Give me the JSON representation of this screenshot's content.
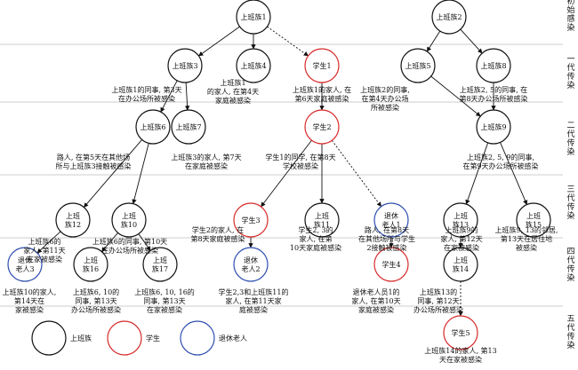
{
  "colors": {
    "office": "#111111",
    "student": "#d82a2a",
    "retiree": "#2f4fb0",
    "line": "#111111",
    "divider": "#bbbbbb"
  },
  "generations": [
    "初始感染",
    "一代传染",
    "二代传染",
    "三代传染",
    "四代传染",
    "五代传染"
  ],
  "nodes": [
    {
      "id": "o1",
      "label": "上班族1",
      "type": "office"
    },
    {
      "id": "o2",
      "label": "上班族2",
      "type": "office"
    },
    {
      "id": "o3",
      "label": "上班族3",
      "type": "office"
    },
    {
      "id": "o4",
      "label": "上班族4",
      "type": "office"
    },
    {
      "id": "s1",
      "label": "学生1",
      "type": "student"
    },
    {
      "id": "o5",
      "label": "上班族5",
      "type": "office"
    },
    {
      "id": "o8",
      "label": "上班族8",
      "type": "office"
    },
    {
      "id": "o6",
      "label": "上班族6",
      "type": "office"
    },
    {
      "id": "o7",
      "label": "上班族7",
      "type": "office"
    },
    {
      "id": "s2",
      "label": "学生2",
      "type": "student"
    },
    {
      "id": "o9",
      "label": "上班族9",
      "type": "office"
    },
    {
      "id": "o12",
      "label": "上班族12",
      "type": "office"
    },
    {
      "id": "o10",
      "label": "上班族10",
      "type": "office"
    },
    {
      "id": "s3",
      "label": "学生3",
      "type": "student"
    },
    {
      "id": "o11",
      "label": "上班族11",
      "type": "office"
    },
    {
      "id": "r1",
      "label": "退休老人1",
      "type": "retiree"
    },
    {
      "id": "o13",
      "label": "上班族13",
      "type": "office"
    },
    {
      "id": "o15",
      "label": "上班族15",
      "type": "office"
    },
    {
      "id": "r3",
      "label": "退休老人3",
      "type": "retiree"
    },
    {
      "id": "o16",
      "label": "上班族16",
      "type": "office"
    },
    {
      "id": "o17",
      "label": "上班族17",
      "type": "office"
    },
    {
      "id": "r2",
      "label": "退休老人2",
      "type": "retiree"
    },
    {
      "id": "s4",
      "label": "学生4",
      "type": "student"
    },
    {
      "id": "o14",
      "label": "上班族14",
      "type": "office"
    },
    {
      "id": "s5",
      "label": "学生5",
      "type": "student"
    }
  ],
  "edges": [
    {
      "from": "o1",
      "to": "o3",
      "style": "solid"
    },
    {
      "from": "o1",
      "to": "o4",
      "style": "solid"
    },
    {
      "from": "o1",
      "to": "s1",
      "style": "dotted"
    },
    {
      "from": "o2",
      "to": "o5",
      "style": "solid"
    },
    {
      "from": "o2",
      "to": "o8",
      "style": "solid"
    },
    {
      "from": "o3",
      "to": "o6",
      "style": "solid"
    },
    {
      "from": "o3",
      "to": "o7",
      "style": "solid"
    },
    {
      "from": "s1",
      "to": "s2",
      "style": "solid"
    },
    {
      "from": "o5",
      "to": "o9",
      "style": "solid"
    },
    {
      "from": "o8",
      "to": "o9",
      "style": "solid"
    },
    {
      "from": "o6",
      "to": "o12",
      "style": "solid"
    },
    {
      "from": "o6",
      "to": "o10",
      "style": "solid"
    },
    {
      "from": "s2",
      "to": "s3",
      "style": "solid"
    },
    {
      "from": "s2",
      "to": "o11",
      "style": "solid"
    },
    {
      "from": "s2",
      "to": "r1",
      "style": "dotted"
    },
    {
      "from": "o9",
      "to": "o13",
      "style": "solid"
    },
    {
      "from": "o9",
      "to": "o15",
      "style": "solid"
    },
    {
      "from": "o12",
      "to": "r3",
      "style": "solid"
    },
    {
      "from": "o10",
      "to": "o16",
      "style": "solid"
    },
    {
      "from": "o10",
      "to": "o17",
      "style": "solid"
    },
    {
      "from": "s3",
      "to": "r2",
      "style": "solid"
    },
    {
      "from": "r1",
      "to": "s4",
      "style": "solid"
    },
    {
      "from": "o13",
      "to": "o14",
      "style": "solid"
    },
    {
      "from": "o14",
      "to": "s5",
      "style": "dotted"
    }
  ],
  "annotations": [
    {
      "id": "a-o3",
      "lines": [
        "上班族1的同事, 第3天",
        "在办公场所被感染"
      ]
    },
    {
      "id": "a-o4",
      "lines": [
        "上班族1",
        "的家人, 在第4天",
        "家庭被感染"
      ]
    },
    {
      "id": "a-s1",
      "lines": [
        "上班族1的家人, 在",
        "第6天家庭被感染"
      ]
    },
    {
      "id": "a-o5",
      "lines": [
        "上班族2的同事,",
        "在第4天办公场",
        "所被感染"
      ]
    },
    {
      "id": "a-o9",
      "lines": [
        "上班族2, 5的同事, 在",
        "第8天办公场所被感染"
      ]
    },
    {
      "id": "a-o12",
      "lines": [
        "路人, 在第5天在其他场",
        "所与上班族3接触被感染"
      ]
    },
    {
      "id": "a-o7",
      "lines": [
        "上班族3的家人, 第7天",
        "在家庭被感染"
      ]
    },
    {
      "id": "a-s3",
      "lines": [
        "学生1的同学, 在第8天",
        "学校被感染"
      ]
    },
    {
      "id": "a-o13",
      "lines": [
        "上班族2, 5, 9的同事,",
        "在第9天办公场所被感染"
      ]
    },
    {
      "id": "a-r3",
      "lines": [
        "上班族6的",
        "家人, 第11天",
        "在家被感染"
      ]
    },
    {
      "id": "a-o16",
      "lines": [
        "上班族6的同事, 第10天",
        "在办公场所被感染"
      ]
    },
    {
      "id": "a-r2",
      "lines": [
        "学生2的家人, 在",
        "第8天家庭被感染"
      ]
    },
    {
      "id": "a-o11",
      "lines": [
        "学生2, 3的",
        "家人, 在第",
        "10天家庭被感染"
      ]
    },
    {
      "id": "a-s4",
      "lines": [
        "路人, 在第8天",
        "在其他场所与学生",
        "2接触被感染"
      ]
    },
    {
      "id": "a-o14",
      "lines": [
        "上班族9的",
        "家人, 第12天",
        "在家被感染"
      ]
    },
    {
      "id": "a-o15",
      "lines": [
        "上班族9, 13的邻居,",
        "第13天在居住地",
        "被感染"
      ]
    },
    {
      "id": "a-r3b",
      "lines": [
        "上班族10的家人,",
        "第14天在",
        "家被感染"
      ]
    },
    {
      "id": "a-o16b",
      "lines": [
        "上班族6, 10的",
        "同事, 第13天",
        "办公场所被感染"
      ]
    },
    {
      "id": "a-o17b",
      "lines": [
        "上班族6, 10, 16的",
        "同事, 第13天",
        "在家被感染"
      ]
    },
    {
      "id": "a-r2b",
      "lines": [
        "学生2,3和上班族11的",
        "家人, 在第11天家",
        "庭被感染"
      ]
    },
    {
      "id": "a-s4b",
      "lines": [
        "退休老人员1的",
        "家人, 在第10天",
        "家庭被感染"
      ]
    },
    {
      "id": "a-o14b",
      "lines": [
        "上班族13的",
        "同事, 第12天",
        "办公场所被感染"
      ]
    },
    {
      "id": "a-s5",
      "lines": [
        "上班族14的家人, 第13",
        "天在家被感染"
      ]
    }
  ],
  "legend": [
    {
      "label": "上班族",
      "type": "office"
    },
    {
      "label": "学生",
      "type": "student"
    },
    {
      "label": "退休老人",
      "type": "retiree"
    }
  ]
}
